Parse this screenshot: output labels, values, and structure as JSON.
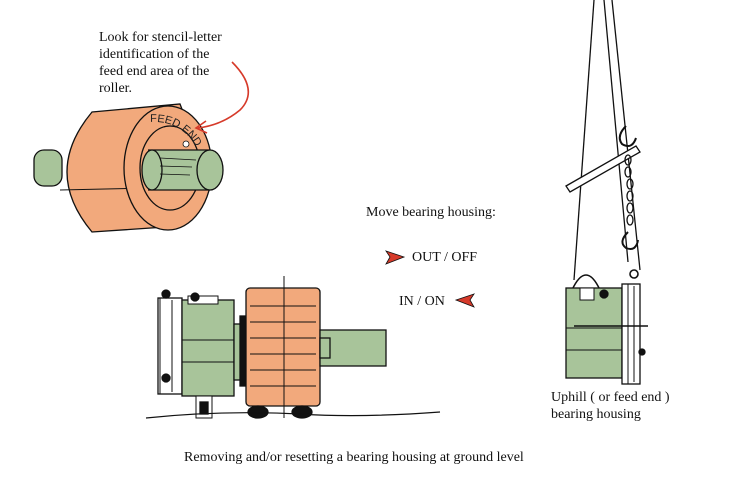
{
  "callout": {
    "lines": [
      "Look for stencil-letter",
      "identification of the",
      "feed end area of the",
      "roller."
    ]
  },
  "stencil_text": "FEED END",
  "direction": {
    "title": "Move bearing housing:",
    "out_label": "OUT / OFF",
    "in_label": "IN / ON"
  },
  "uphill_caption": {
    "lines": [
      "Uphill ( or feed end )",
      "bearing housing"
    ]
  },
  "main_caption": "Removing and/or resetting a bearing housing at ground level",
  "colors": {
    "roller_orange": "#f2a97c",
    "shaft_green": "#a8c49a",
    "arrow_red": "#d63a2a",
    "outline": "#111111"
  }
}
